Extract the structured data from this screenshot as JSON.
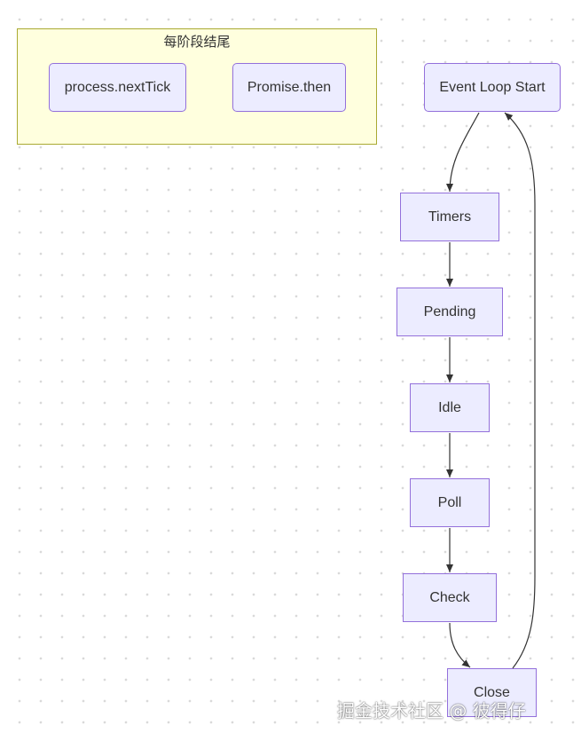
{
  "subgraph": {
    "title": "每阶段结尾",
    "nodes": {
      "next_tick": "process.nextTick",
      "promise_then": "Promise.then"
    }
  },
  "nodes": {
    "start": "Event Loop Start",
    "timers": "Timers",
    "pending": "Pending",
    "idle": "Idle",
    "poll": "Poll",
    "check": "Check",
    "close": "Close"
  },
  "colors": {
    "node_fill": "#ececff",
    "node_border": "#9370db",
    "subgraph_fill": "#ffffde",
    "subgraph_border": "#aaaa33",
    "edge": "#333333"
  },
  "watermark": "掘金技术社区 @ 彼得仔"
}
